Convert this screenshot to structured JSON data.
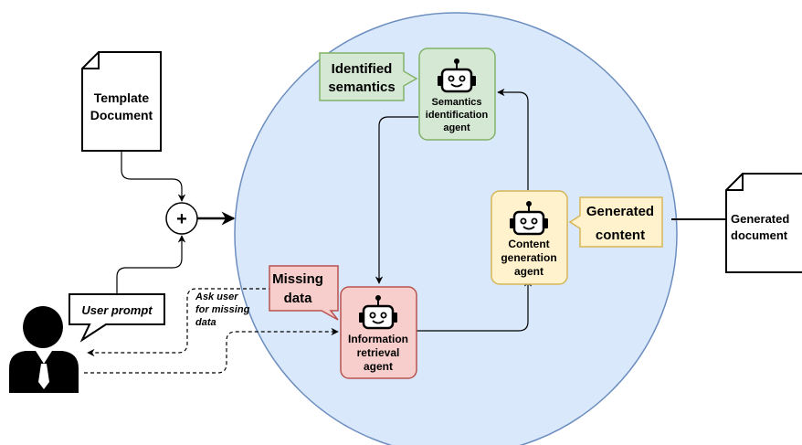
{
  "template_doc": {
    "line1": "Template",
    "line2": "Document"
  },
  "generated_doc": {
    "line1": "Generated",
    "line2": "document"
  },
  "user_prompt": "User prompt",
  "ask_user": {
    "line1": "Ask user",
    "line2": "for missing",
    "line3": "data"
  },
  "missing_data_note": {
    "line1": "Missing",
    "line2": "data"
  },
  "identified_semantics_note": {
    "line1": "Identified",
    "line2": "semantics"
  },
  "generated_content_note": {
    "line1": "Generated",
    "line2": "content"
  },
  "semantics_agent": {
    "line1": "Semantics",
    "line2": "identification",
    "line3": "agent"
  },
  "content_agent": {
    "line1": "Content",
    "line2": "generation",
    "line3": "agent"
  },
  "retrieval_agent": {
    "line1": "Information",
    "line2": "retrieval",
    "line3": "agent"
  },
  "plus_symbol": "+",
  "colors": {
    "circle_fill": "#dae8fc",
    "circle_stroke": "#6c8ebf",
    "green_fill": "#d5e8d4",
    "green_stroke": "#82b366",
    "yellow_fill": "#fff2cc",
    "yellow_stroke": "#d6b656",
    "red_fill": "#f8cecc",
    "red_stroke": "#b85450"
  },
  "icons": [
    "document-icon",
    "robot-icon",
    "user-icon",
    "speech-bubble-icon",
    "plus-circle-icon"
  ]
}
